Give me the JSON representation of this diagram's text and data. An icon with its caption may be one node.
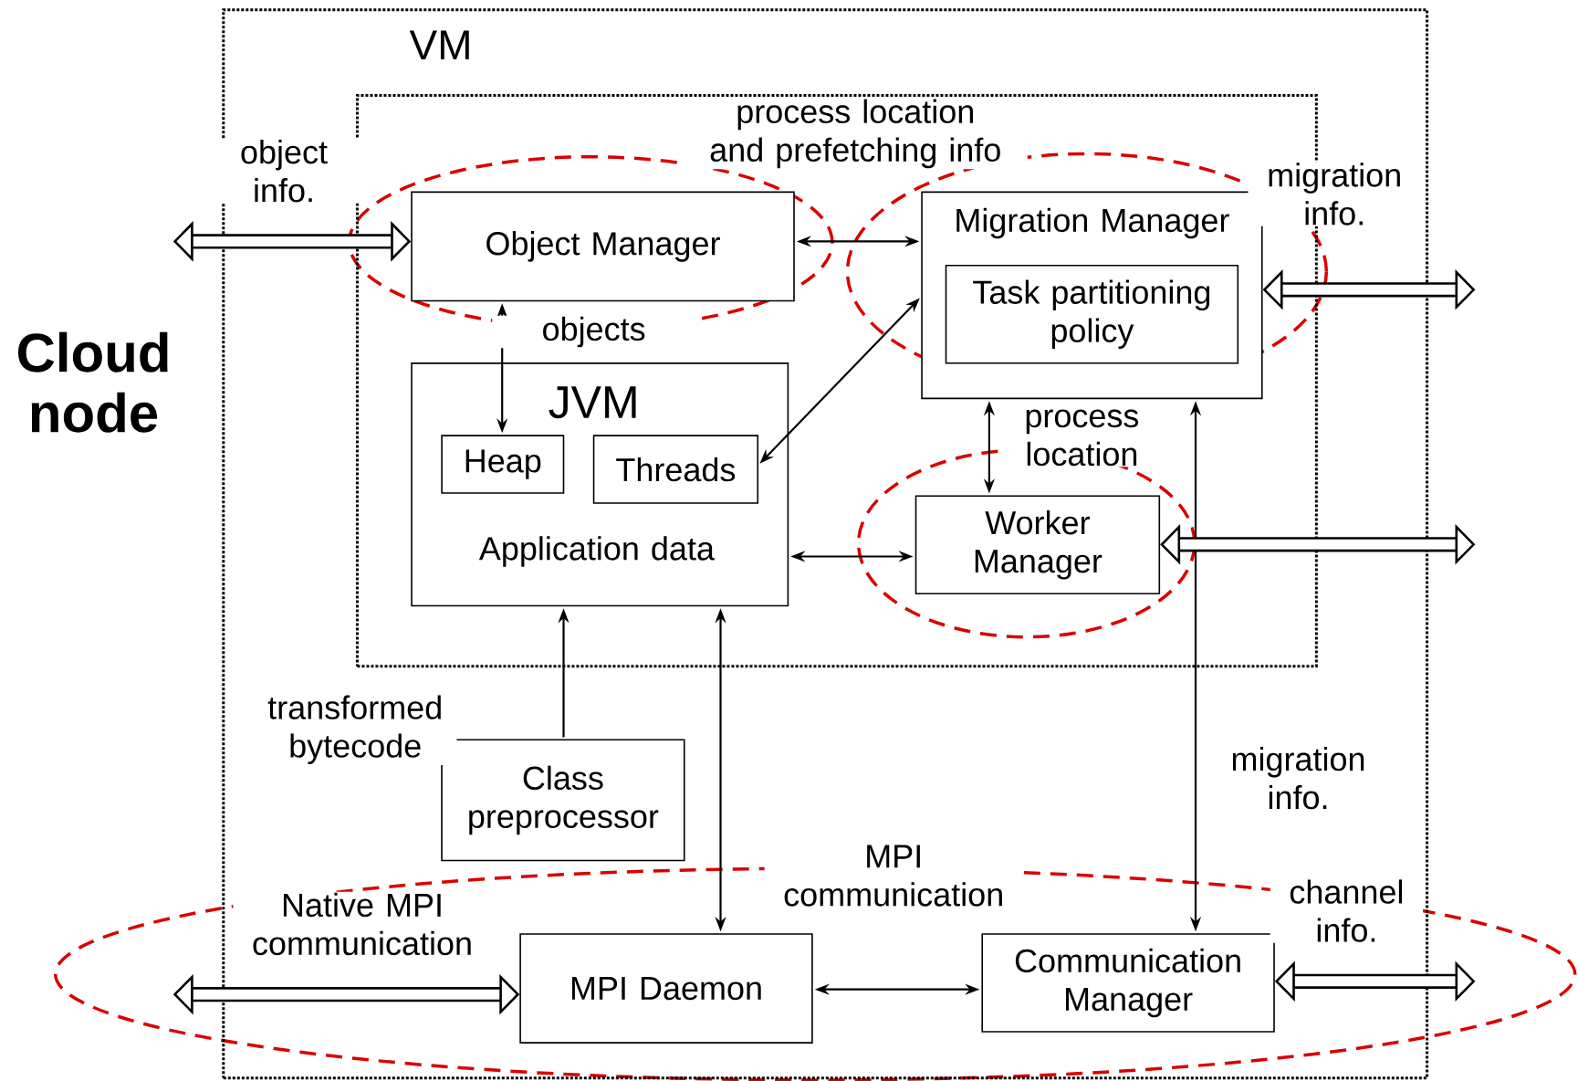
{
  "diagram": {
    "nodes": [
      {
        "text": [
          "Cloud node"
        ]
      },
      {
        "text": [
          "VM"
        ],
        "in": 0
      },
      {
        "text": [
          "Object Manager"
        ],
        "in": 1
      },
      {
        "text": [
          "Migration Manager"
        ],
        "in": 1
      },
      {
        "text": [
          "Task partitioning policy"
        ],
        "in": 3
      },
      {
        "text": [
          "JVM",
          "Application data"
        ],
        "in": 1
      },
      {
        "text": [
          "Heap"
        ],
        "in": 5
      },
      {
        "text": [
          "Threads"
        ],
        "in": 5
      },
      {
        "text": [
          "Worker Manager"
        ],
        "in": 1
      },
      {
        "text": [
          "Class preprocessor"
        ],
        "in": 0
      },
      {
        "text": [
          "MPI Daemon"
        ],
        "in": 0
      },
      {
        "text": [
          "Communication Manager"
        ],
        "in": 0
      }
    ],
    "edges": [
      {
        "from": null,
        "to": 2,
        "arrow": "both",
        "style": "thick",
        "label": "object info."
      },
      {
        "from": 2,
        "to": 3,
        "arrow": "both",
        "label": "process location and prefetching info"
      },
      {
        "from": 2,
        "to": 6,
        "arrow": "both",
        "label": "objects"
      },
      {
        "from": 3,
        "to": 7,
        "arrow": "both"
      },
      {
        "from": 3,
        "to": 8,
        "arrow": "both",
        "label": "process location"
      },
      {
        "from": 5,
        "to": 8,
        "arrow": "both"
      },
      {
        "from": 9,
        "to": 5,
        "arrow": "to",
        "label": "transformed bytecode"
      },
      {
        "from": 5,
        "to": 10,
        "arrow": "both",
        "label": "MPI communication"
      },
      {
        "from": 3,
        "to": 11,
        "arrow": "both",
        "label": "migration info."
      },
      {
        "from": 10,
        "to": 11,
        "arrow": "both"
      },
      {
        "from": 3,
        "to": null,
        "arrow": "both",
        "style": "thick",
        "label": "migration info."
      },
      {
        "from": 8,
        "to": null,
        "arrow": "both",
        "style": "thick"
      },
      {
        "from": 11,
        "to": null,
        "arrow": "both",
        "style": "thick",
        "label": "channel info."
      },
      {
        "from": null,
        "to": 10,
        "arrow": "both",
        "style": "thick",
        "label": "Native MPI communication"
      }
    ]
  }
}
